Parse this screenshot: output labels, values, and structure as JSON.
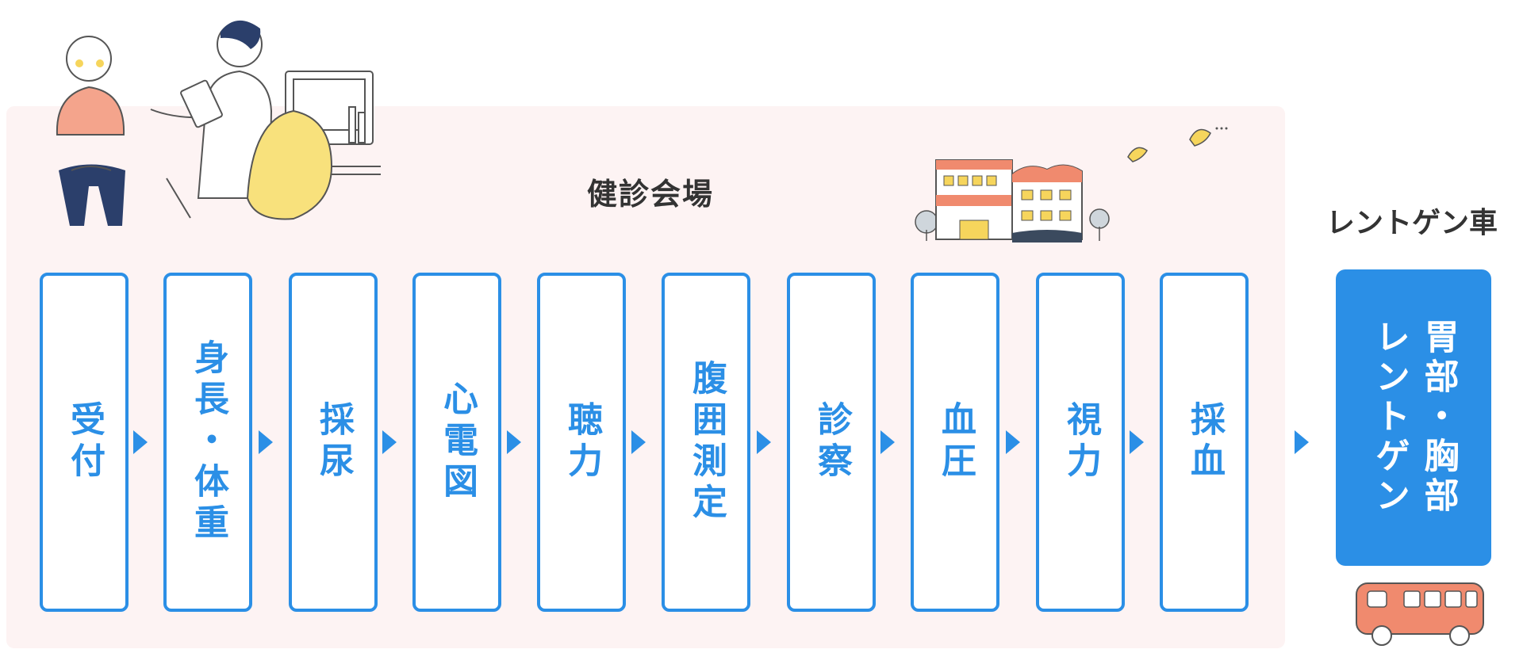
{
  "venue": {
    "title": "健診会場"
  },
  "van": {
    "title": "レントゲン車",
    "label": "胃部・胸部\nレントゲン"
  },
  "steps": [
    {
      "label": "受付"
    },
    {
      "label": "身長・体重"
    },
    {
      "label": "採尿"
    },
    {
      "label": "心電図"
    },
    {
      "label": "聴力"
    },
    {
      "label": "腹囲測定"
    },
    {
      "label": "診察"
    },
    {
      "label": "血圧"
    },
    {
      "label": "視力"
    },
    {
      "label": "採血"
    }
  ],
  "colors": {
    "accent": "#2b8fe6",
    "venue_background": "#fdf3f3",
    "text": "#333333"
  },
  "icons": [
    "doctor-consultation-illustration",
    "hospital-building-illustration",
    "birds-illustration",
    "xray-bus-illustration",
    "arrow-right-icon"
  ]
}
